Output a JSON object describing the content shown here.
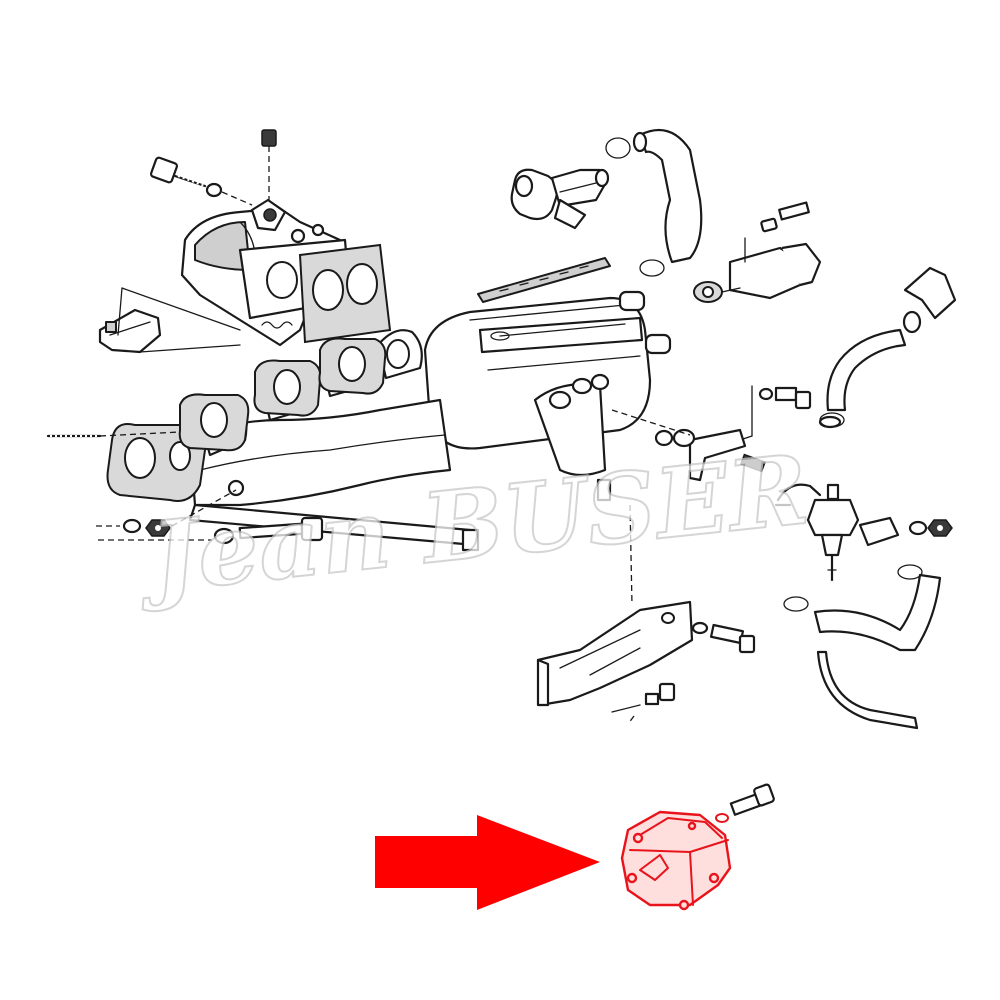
{
  "watermark": {
    "text": "Jean BUSER",
    "color": "#c8c8c8"
  },
  "highlight": {
    "arrow_color": "#ff0000",
    "part_color": "#e8131b",
    "part_icon": "throttle-switch-icon"
  },
  "components": [
    "throttle-body",
    "intake-manifold",
    "manifold-gaskets",
    "auxiliary-air-valve",
    "idle-stabilizer-valve",
    "fuel-pressure-regulator",
    "support-bracket",
    "hoses",
    "bolts-washers-nuts"
  ]
}
